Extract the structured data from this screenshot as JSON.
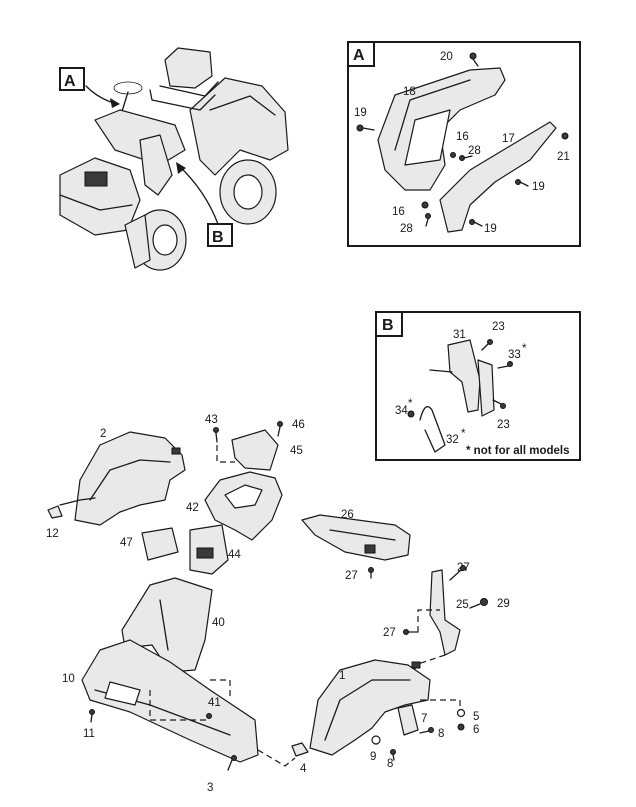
{
  "overview": {
    "callout_a": "A",
    "callout_b": "B"
  },
  "detail_a": {
    "title": "A",
    "labels": {
      "p20": "20",
      "p19a": "19",
      "p18": "18",
      "p16a": "16",
      "p28a": "28",
      "p17": "17",
      "p21": "21",
      "p19b": "19",
      "p16b": "16",
      "p28b": "28",
      "p19c": "19"
    }
  },
  "detail_b": {
    "title": "B",
    "labels": {
      "p31": "31",
      "p23a": "23",
      "p33": "33",
      "p33_star": "*",
      "p34": "34",
      "p34_star": "*",
      "p23b": "23",
      "p32": "32",
      "p32_star": "*"
    },
    "note": "* not for all models"
  },
  "main_labels": {
    "p2": "2",
    "p43": "43",
    "p46": "46",
    "p45": "45",
    "p42": "42",
    "p12": "12",
    "p47": "47",
    "p44": "44",
    "p26": "26",
    "p27a": "27",
    "p27b": "27",
    "p25": "25",
    "p29": "29",
    "p27c": "27",
    "p40": "40",
    "p10": "10",
    "p41": "41",
    "p11": "11",
    "p1": "1",
    "p7": "7",
    "p5": "5",
    "p6": "6",
    "p8a": "8",
    "p9": "9",
    "p8b": "8",
    "p3": "3",
    "p4": "4"
  }
}
